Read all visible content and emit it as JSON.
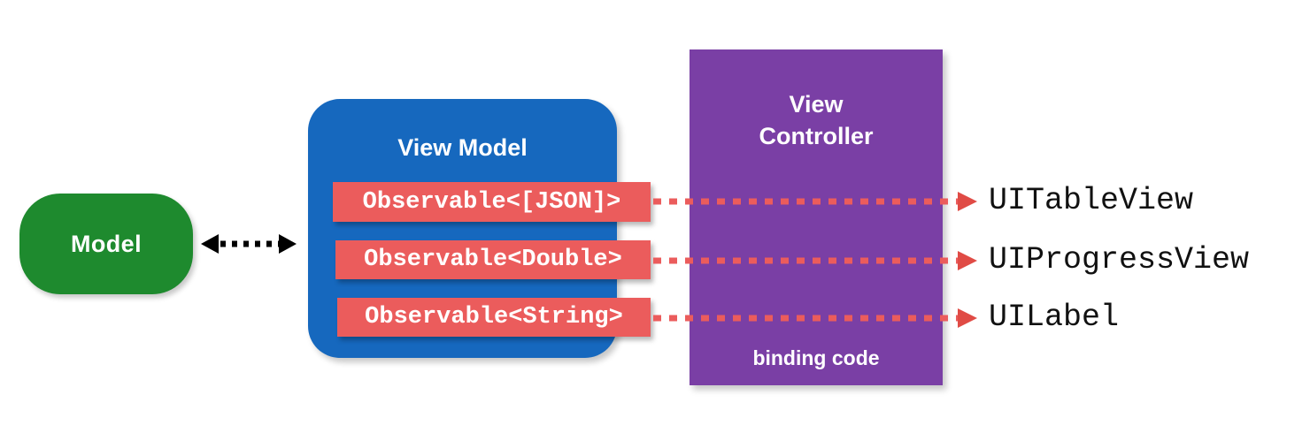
{
  "diagram": {
    "title": "MVVM data binding diagram",
    "colors": {
      "model_green": "#1E8A2E",
      "viewmodel_blue": "#1668BE",
      "observable_red": "#EB5C5C",
      "controller_purple": "#7A3FA5",
      "label_black": "#111111",
      "background": "#FFFFFF"
    },
    "model": {
      "label": "Model"
    },
    "model_link": {
      "style": "dotted-double-arrow",
      "color": "#000000"
    },
    "view_model": {
      "title": "View Model",
      "observables": [
        {
          "label": "Observable<[JSON]>"
        },
        {
          "label": "Observable<Double>"
        },
        {
          "label": "Observable<String>"
        }
      ]
    },
    "view_controller": {
      "title_line1": "View",
      "title_line2": "Controller",
      "footer": "binding code"
    },
    "bindings": [
      {
        "style": "dashed-arrow",
        "color": "#EB5C5C"
      },
      {
        "style": "dashed-arrow",
        "color": "#EB5C5C"
      },
      {
        "style": "dashed-arrow",
        "color": "#EB5C5C"
      }
    ],
    "ui_components": [
      {
        "label": "UITableView"
      },
      {
        "label": "UIProgressView"
      },
      {
        "label": "UILabel"
      }
    ]
  }
}
